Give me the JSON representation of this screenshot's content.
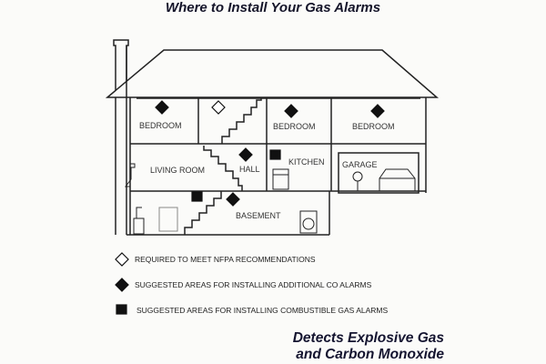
{
  "title": "Where to Install Your Gas Alarms",
  "rooms": {
    "bedroom_1": "BEDROOM",
    "bedroom_2": "BEDROOM",
    "bedroom_3": "BEDROOM",
    "living_room": "LIVING ROOM",
    "hall": "HALL",
    "kitchen": "KITCHEN",
    "garage": "GARAGE",
    "basement": "BASEMENT"
  },
  "legend": [
    {
      "icon": "hollow-diamond",
      "label": "REQUIRED TO MEET NFPA RECOMMENDATIONS"
    },
    {
      "icon": "filled-diamond",
      "label": "SUGGESTED AREAS FOR INSTALLING ADDITIONAL CO ALARMS"
    },
    {
      "icon": "filled-square",
      "label": "SUGGESTED AREAS FOR INSTALLING COMBUSTIBLE GAS  ALARMS"
    }
  ],
  "tagline": {
    "line1": "Detects Explosive Gas",
    "line2": "and Carbon Monoxide"
  },
  "colors": {
    "ink": "#1a1a1a",
    "title": "#15152a",
    "background": "#fbfbf9"
  }
}
